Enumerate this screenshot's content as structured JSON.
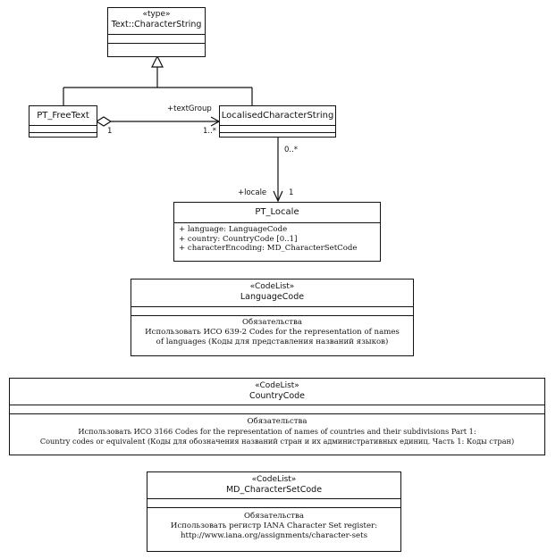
{
  "type_class": {
    "stereotype": "«type»",
    "name": "Text::CharacterString"
  },
  "pt_freetext": {
    "name": "PT_FreeText"
  },
  "localised_string": {
    "name": "LocalisedCharacterString"
  },
  "pt_locale": {
    "name": "PT_Locale",
    "attributes": [
      "+ language: LanguageCode",
      "+ country: CountryCode [0..1]",
      "+ characterEncoding: MD_CharacterSetCode"
    ]
  },
  "associations": {
    "text_group_role": "+textGroup",
    "text_group_source_mult": "1",
    "text_group_target_mult": "1..*",
    "locale_source_mult": "0..*",
    "locale_role": "+locale",
    "locale_target_mult": "1"
  },
  "language_code": {
    "stereotype": "«CodeList»",
    "name": "LanguageCode",
    "heading": "Обязательства",
    "lines": [
      "Использовать ИСО 639-2 Codes for the representation of names",
      "of languages (Коды для представления названий языков)"
    ]
  },
  "country_code": {
    "stereotype": "«CodeList»",
    "name": "CountryCode",
    "heading": "Обязательства",
    "lines": [
      "Использовать ИСО 3166 Codes for the representation of names of countries and their subdivisions Part 1:",
      "Country codes or equivalent (Коды для обозначения названий стран и их административных единиц. Часть 1: Коды стран)"
    ]
  },
  "charset_code": {
    "stereotype": "«CodeList»",
    "name": "MD_CharacterSetCode",
    "heading": "Обязательства",
    "lines": [
      "Использовать регистр IANA Character Set register:",
      "http://www.iana.org/assignments/character-sets"
    ]
  }
}
